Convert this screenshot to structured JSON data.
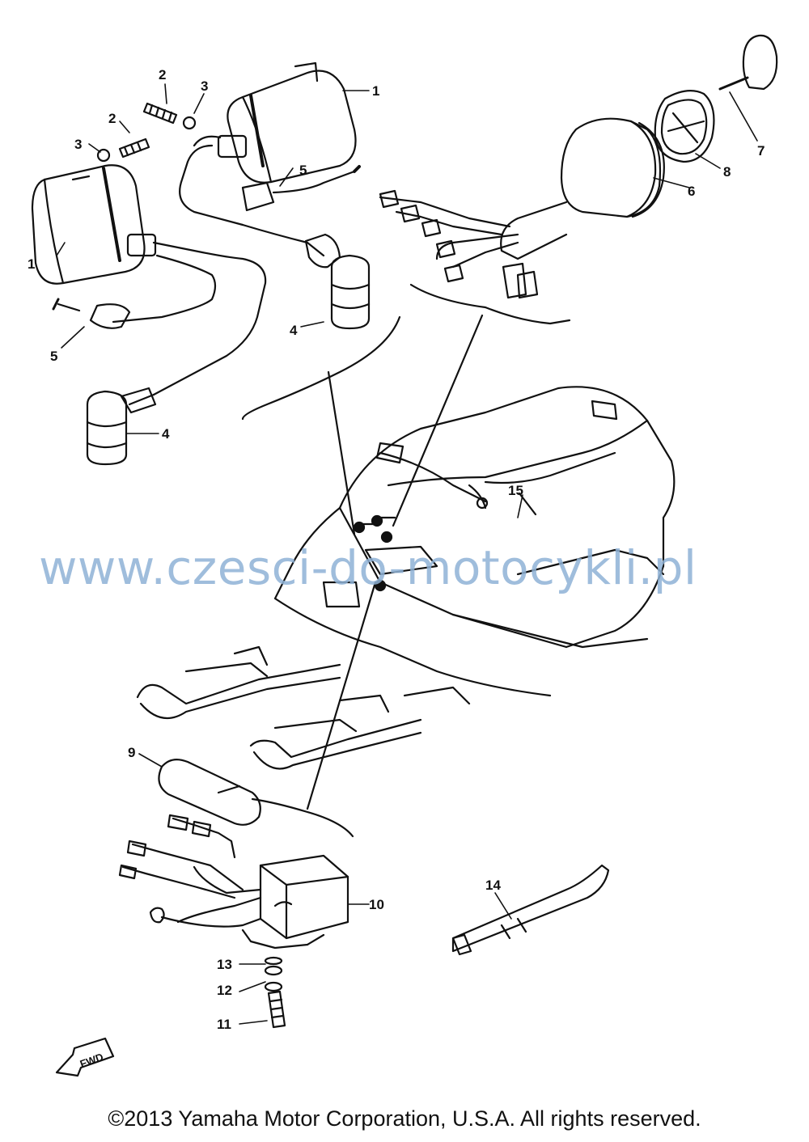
{
  "callouts": [
    {
      "id": "c1a",
      "number": "1"
    },
    {
      "id": "c1b",
      "number": "1"
    },
    {
      "id": "c2a",
      "number": "2"
    },
    {
      "id": "c2b",
      "number": "2"
    },
    {
      "id": "c3a",
      "number": "3"
    },
    {
      "id": "c3b",
      "number": "3"
    },
    {
      "id": "c4a",
      "number": "4"
    },
    {
      "id": "c4b",
      "number": "4"
    },
    {
      "id": "c5a",
      "number": "5"
    },
    {
      "id": "c5b",
      "number": "5"
    },
    {
      "id": "c6",
      "number": "6"
    },
    {
      "id": "c7",
      "number": "7"
    },
    {
      "id": "c8",
      "number": "8"
    },
    {
      "id": "c9",
      "number": "9"
    },
    {
      "id": "c10",
      "number": "10"
    },
    {
      "id": "c11",
      "number": "11"
    },
    {
      "id": "c12",
      "number": "12"
    },
    {
      "id": "c13",
      "number": "13"
    },
    {
      "id": "c14",
      "number": "14"
    },
    {
      "id": "c15",
      "number": "15"
    }
  ],
  "forward_arrow_label": "FWD",
  "watermark": "www.czesci-do-motocykli.pl",
  "copyright": "©2013 Yamaha Motor Corporation, U.S.A. All rights reserved.",
  "colors": {
    "line": "#111111",
    "watermark": "#8fb2d6",
    "background": "#ffffff"
  }
}
